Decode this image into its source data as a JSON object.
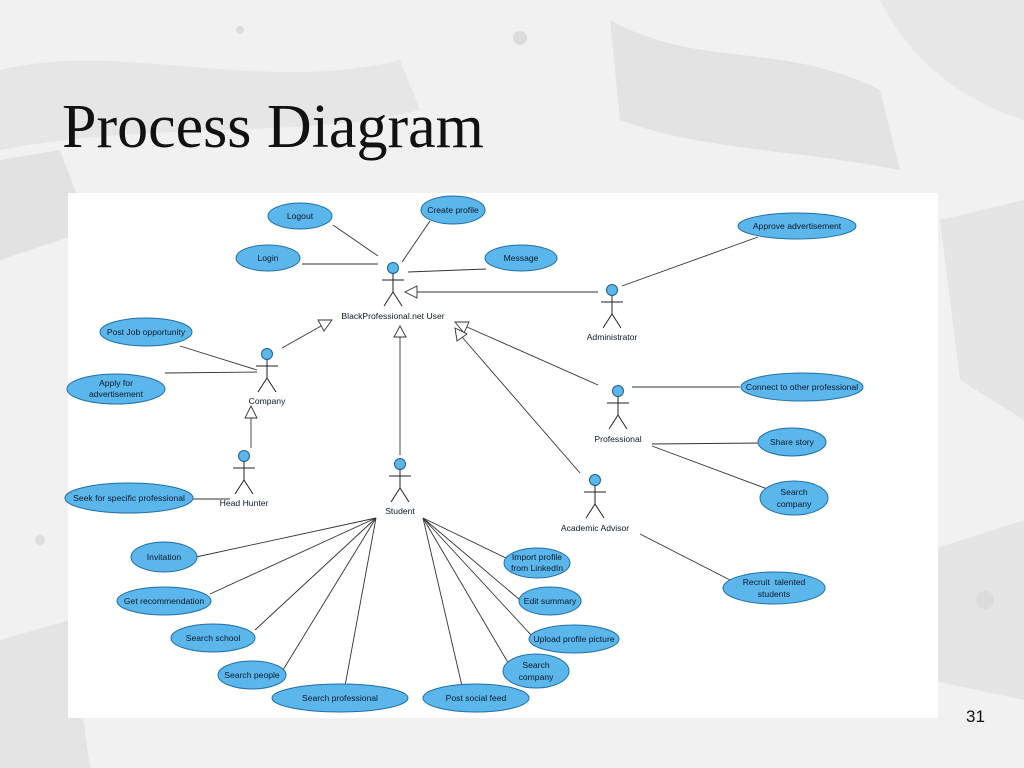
{
  "slide": {
    "title": "Process Diagram",
    "page_number": "31"
  },
  "diagram": {
    "actors": {
      "black_professional_user": "BlackProfessional.net User",
      "administrator": "Administrator",
      "company": "Company",
      "professional": "Professional",
      "head_hunter": "Head Hunter",
      "student": "Student",
      "academic_advisor": "Academic Advisor"
    },
    "use_cases": {
      "logout": [
        "Logout"
      ],
      "create_profile": [
        "Create profile"
      ],
      "login": [
        "Login"
      ],
      "message": [
        "Message"
      ],
      "approve_advertisement": [
        "Approve advertisement"
      ],
      "post_job_opportunity": [
        "Post Job opportunity"
      ],
      "apply_for_advertisement": [
        "Apply for",
        "advertisement"
      ],
      "connect_to_other_professional": [
        "Connect to other professional"
      ],
      "share_story": [
        "Share story"
      ],
      "search_company_professional": [
        "Search",
        "company"
      ],
      "seek_for_specific_professional": [
        "Seek for specific professional"
      ],
      "invitation": [
        "Invitation"
      ],
      "get_recommendation": [
        "Get recommendation"
      ],
      "search_school": [
        "Search school"
      ],
      "search_people": [
        "Search people"
      ],
      "search_professional": [
        "Search professional"
      ],
      "post_social_feed": [
        "Post social feed"
      ],
      "search_company_student": [
        "Search",
        "company"
      ],
      "upload_profile_picture": [
        "Upload profile picture"
      ],
      "edit_summary": [
        "Edit summary"
      ],
      "import_profile_linkedin": [
        "Import profile",
        "from LinkedIn"
      ],
      "recruit_talented_students": [
        "Recruit  talented",
        "students"
      ]
    },
    "colors": {
      "use_case_fill": "#5bb6ec",
      "use_case_stroke": "#1f6fa8",
      "panel_background": "#ffffff",
      "slide_background": "#f1f1f1"
    }
  }
}
